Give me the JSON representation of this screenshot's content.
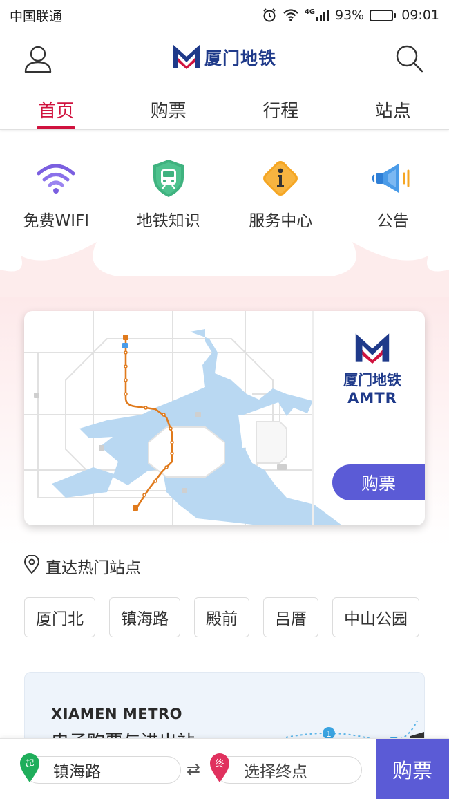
{
  "status_bar": {
    "carrier": "中国联通",
    "network": "4G",
    "battery": "93%",
    "time": "09:01",
    "battery_level": 0.93
  },
  "header": {
    "brand_name": "厦门地铁"
  },
  "tabs": [
    {
      "label": "首页",
      "active": true
    },
    {
      "label": "购票",
      "active": false
    },
    {
      "label": "行程",
      "active": false
    },
    {
      "label": "站点",
      "active": false
    }
  ],
  "quick_links": [
    {
      "label": "免费WIFI",
      "icon": "wifi-icon"
    },
    {
      "label": "地铁知识",
      "icon": "metro-shield-icon"
    },
    {
      "label": "服务中心",
      "icon": "info-icon"
    },
    {
      "label": "公告",
      "icon": "megaphone-icon"
    }
  ],
  "map_card": {
    "logo_cn": "厦门地铁",
    "logo_en": "AMTR",
    "buy_label": "购票"
  },
  "hot_stations": {
    "title": "直达热门站点",
    "items": [
      "厦门北",
      "镇海路",
      "殿前",
      "吕厝",
      "中山公园"
    ]
  },
  "promo": {
    "title_en": "XIAMEN METRO",
    "title_cn": "电子购票与进出站"
  },
  "bottom_bar": {
    "start_pin": "起",
    "start_station": "镇海路",
    "swap_symbol": "⇄",
    "end_pin": "终",
    "end_placeholder": "选择终点",
    "buy_label": "购票"
  },
  "colors": {
    "brand_red": "#d0123e",
    "brand_blue": "#1f3a8a",
    "accent_purple": "#5b5bd6",
    "sea_blue": "#b9d8f2"
  }
}
